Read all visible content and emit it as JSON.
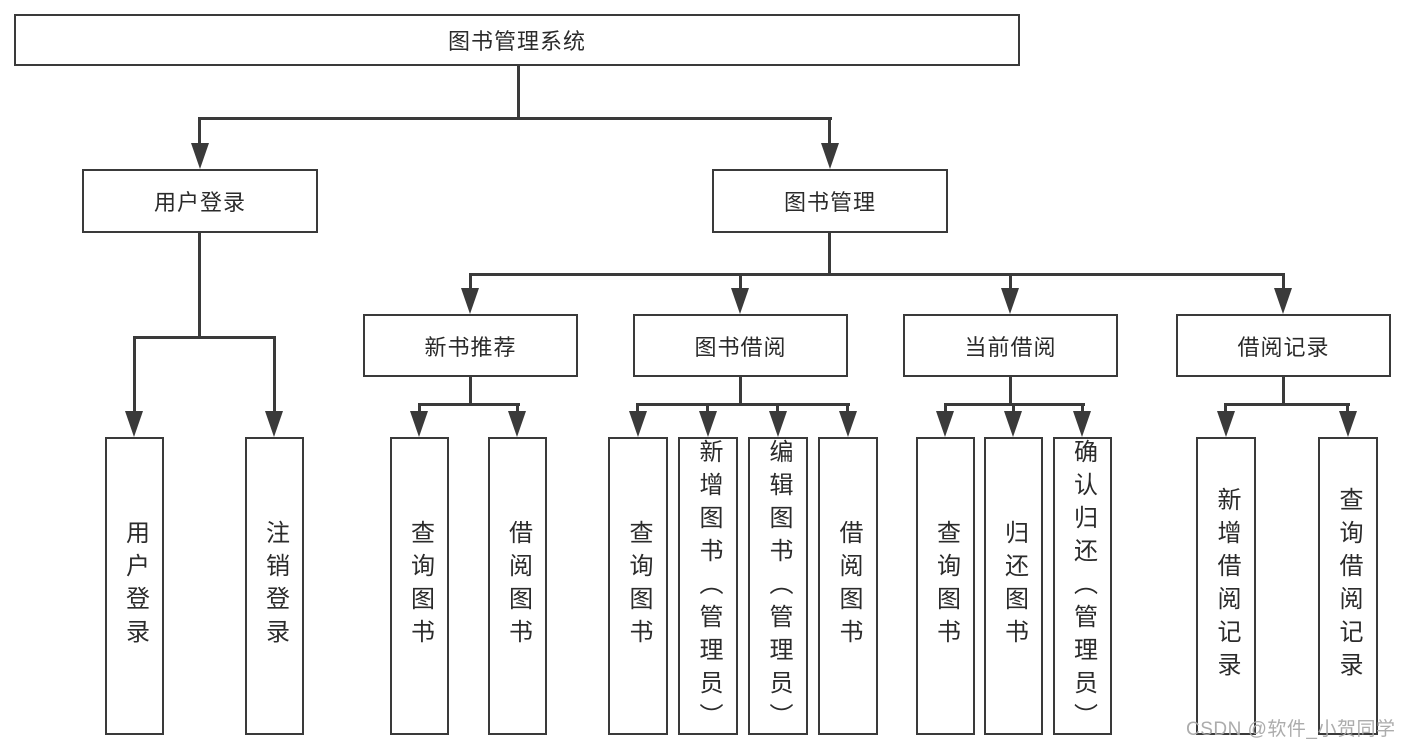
{
  "colors": {
    "line": "#3a3a3a",
    "text": "#2b2b2b",
    "background": "#ffffff",
    "watermark": "#a8a8a8"
  },
  "root": {
    "label": "图书管理系统"
  },
  "branches": {
    "userLogin": {
      "label": "用户登录",
      "children": [
        {
          "label": "用户登录"
        },
        {
          "label": "注销登录"
        }
      ]
    },
    "bookManagement": {
      "label": "图书管理",
      "sections": [
        {
          "label": "新书推荐",
          "children": [
            {
              "label": "查询图书"
            },
            {
              "label": "借阅图书"
            }
          ]
        },
        {
          "label": "图书借阅",
          "children": [
            {
              "label": "查询图书"
            },
            {
              "label": "新增图书（管理员）"
            },
            {
              "label": "编辑图书（管理员）"
            },
            {
              "label": "借阅图书"
            }
          ]
        },
        {
          "label": "当前借阅",
          "children": [
            {
              "label": "查询图书"
            },
            {
              "label": "归还图书"
            },
            {
              "label": "确认归还（管理员）"
            }
          ]
        },
        {
          "label": "借阅记录",
          "children": [
            {
              "label": "新增借阅记录"
            },
            {
              "label": "查询借阅记录"
            }
          ]
        }
      ]
    }
  },
  "watermark": {
    "label": "CSDN @软件_小贺同学"
  }
}
